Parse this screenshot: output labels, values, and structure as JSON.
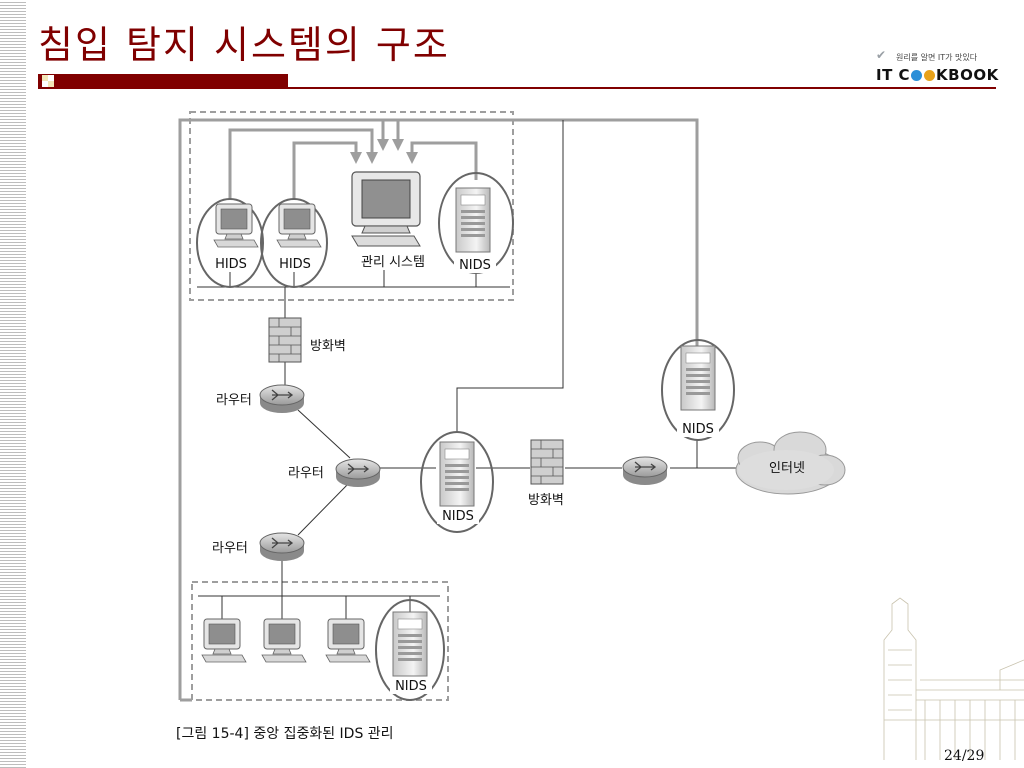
{
  "slide": {
    "title": "침입 탐지 시스템의 구조",
    "page_number": "24/29"
  },
  "logo": {
    "tagline": "원리를 알면 IT가 맛있다",
    "brand_left": "IT C",
    "brand_right": "KBOOK",
    "accent_colors": [
      "#2a8fd8",
      "#e8a21a"
    ]
  },
  "diagram": {
    "caption": "[그림 15-4] 중앙 집중화된 IDS 관리",
    "labels": {
      "hids_1": "HIDS",
      "hids_2": "HIDS",
      "management": "관리 시스템",
      "nids_top": "NIDS",
      "firewall_top": "방화벽",
      "router_1": "라우터",
      "router_2": "라우터",
      "router_3": "라우터",
      "nids_center": "NIDS",
      "firewall_center": "방화벽",
      "nids_right": "NIDS",
      "internet": "인터넷",
      "nids_bottom": "NIDS"
    }
  },
  "colors": {
    "title": "#800000",
    "connector": "#9e9e9e",
    "dashed_box": "#9e9e9e"
  }
}
